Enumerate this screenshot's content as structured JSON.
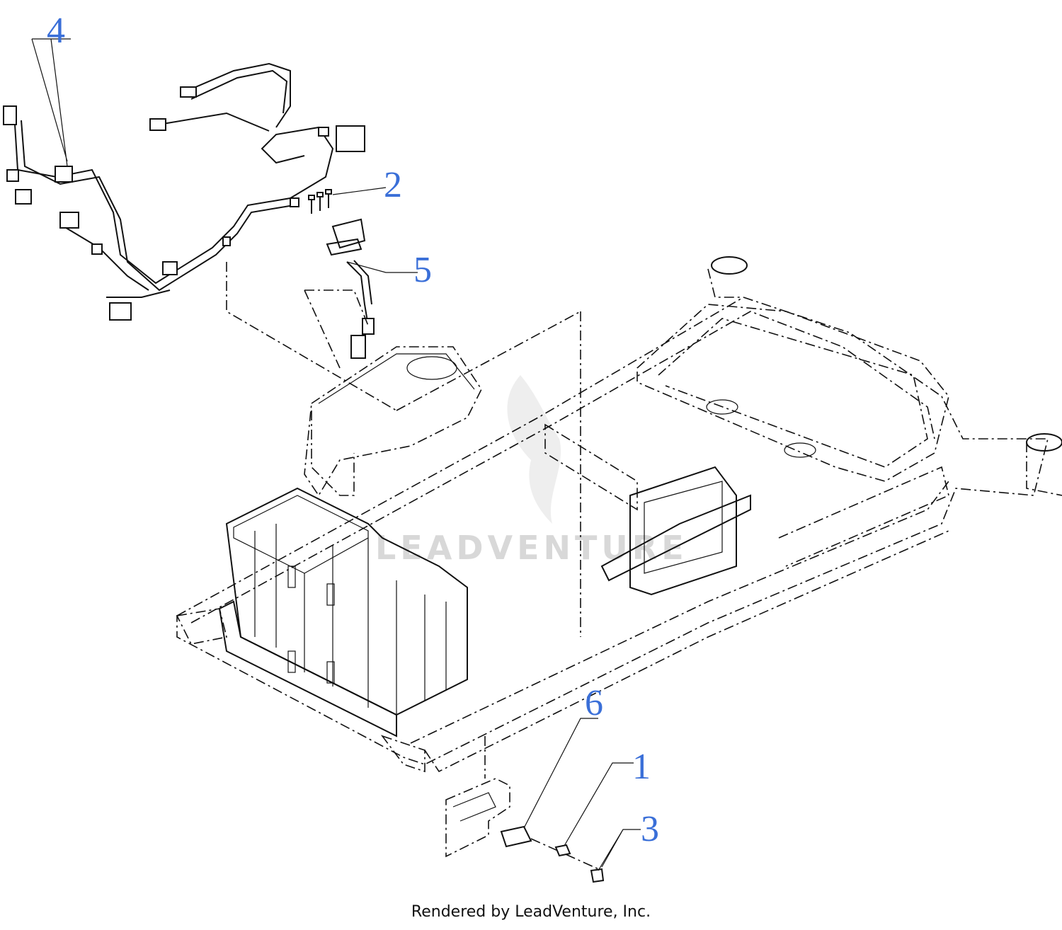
{
  "callouts": {
    "c1": "1",
    "c2": "2",
    "c3": "3",
    "c4": "4",
    "c5": "5",
    "c6": "6"
  },
  "watermark": "LEADVENTURE",
  "footer": "Rendered by LeadVenture, Inc.",
  "colors": {
    "callout": "#3a6fd8",
    "line": "#111111",
    "watermark": "#d8d8d8"
  }
}
